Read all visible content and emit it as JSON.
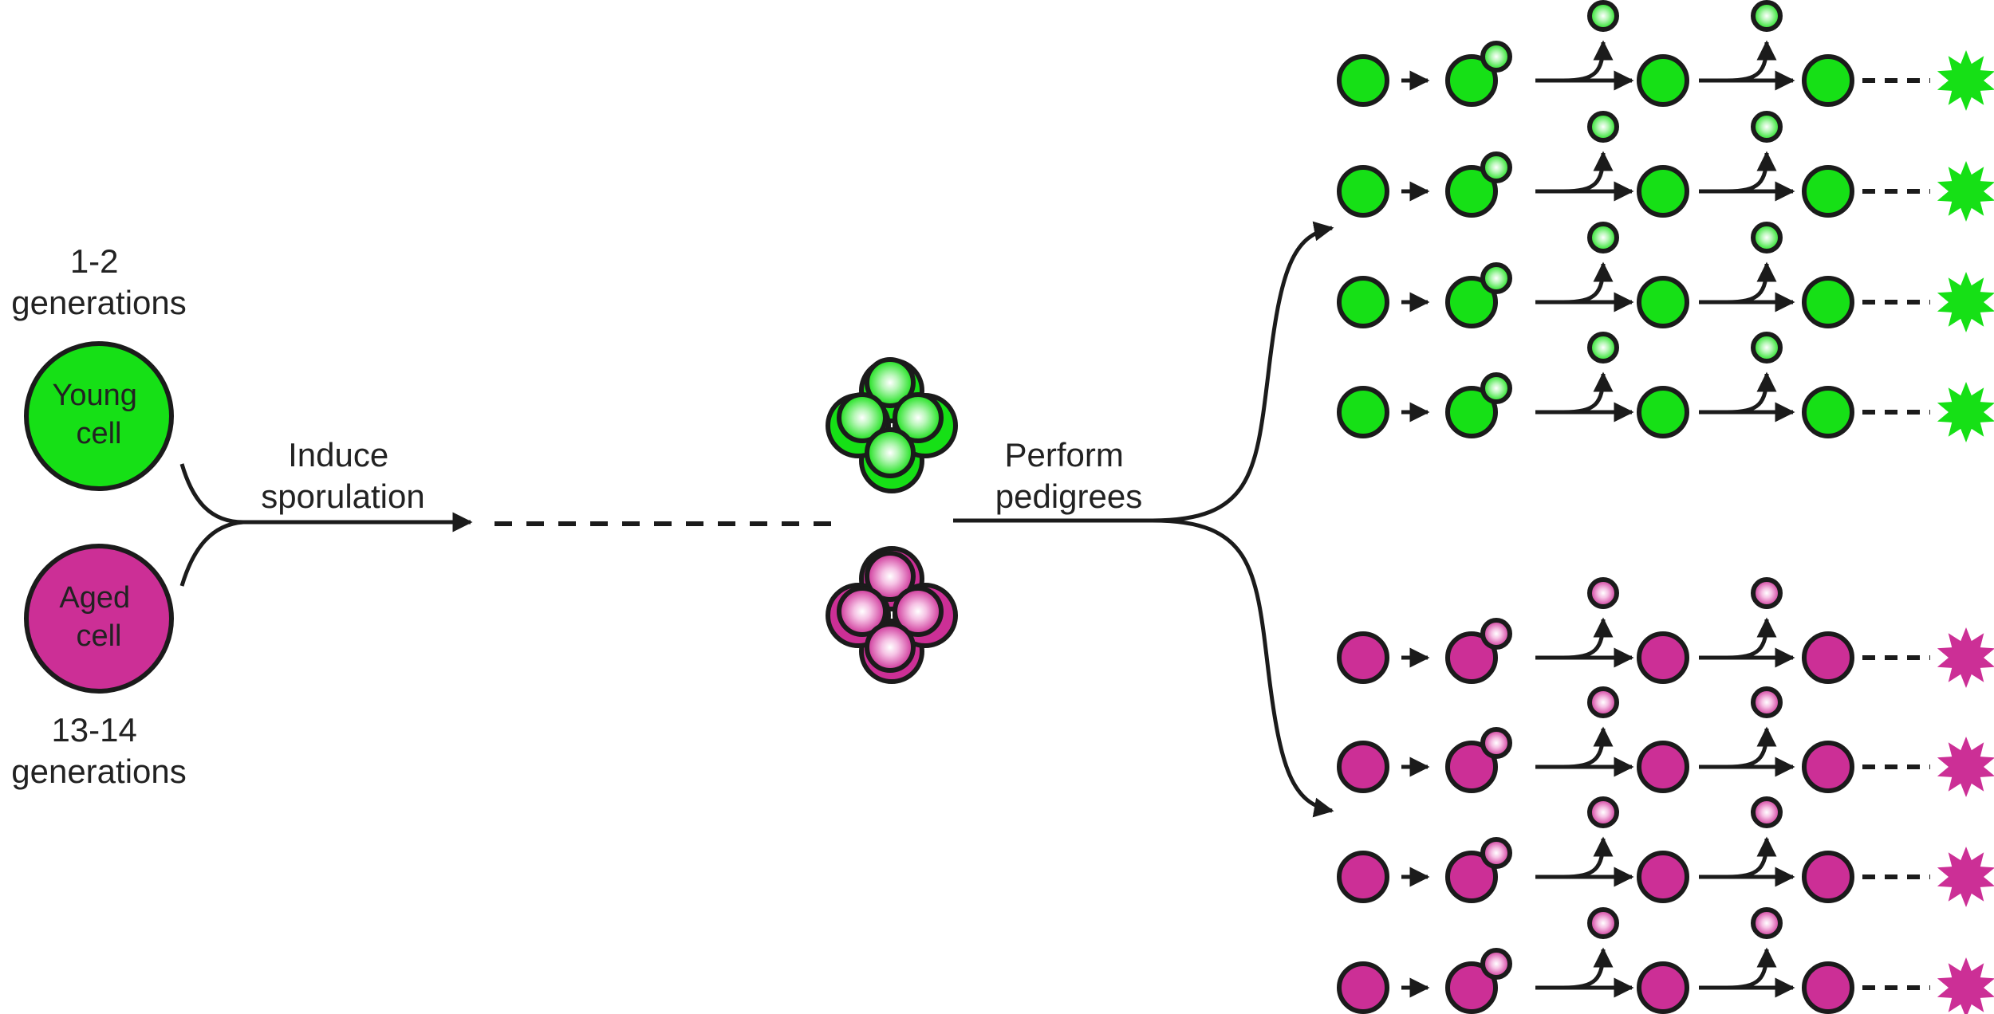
{
  "labels": {
    "young_generations": [
      "1-2",
      "generations"
    ],
    "young_cell": [
      "Young",
      "cell"
    ],
    "aged_cell": [
      "Aged",
      "cell"
    ],
    "aged_generations": [
      "13-14",
      "generations"
    ],
    "induce": [
      "Induce",
      "sporulation"
    ],
    "perform": [
      "Perform",
      "pedigrees"
    ]
  },
  "colors": {
    "young_fill": "#16e016",
    "young_light": "#b8f7b8",
    "aged_fill": "#cc2f96",
    "aged_light": "#f6c3e5",
    "stroke": "#1b1b1b"
  },
  "groups": [
    {
      "name": "young",
      "rows": 4
    },
    {
      "name": "aged",
      "rows": 4
    }
  ]
}
